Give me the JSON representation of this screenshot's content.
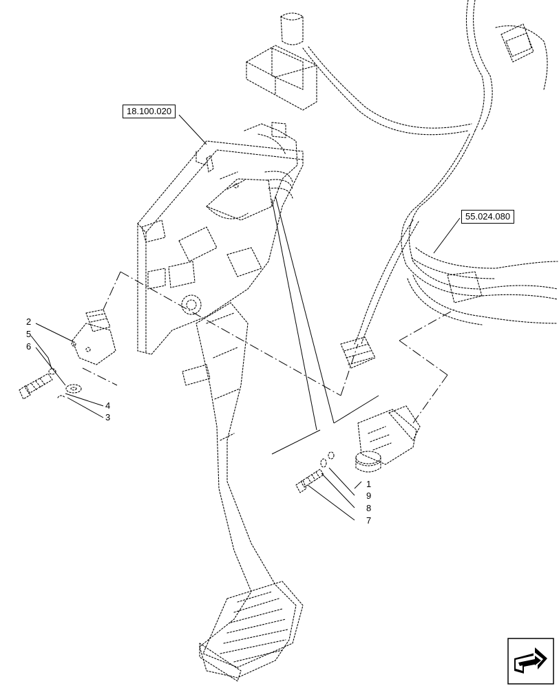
{
  "references": {
    "ref_pedal": "18.100.020",
    "ref_harness": "55.024.080"
  },
  "callouts": {
    "c1": "1",
    "c2": "2",
    "c3": "3",
    "c4": "4",
    "c5": "5",
    "c6": "6",
    "c7": "7",
    "c8": "8",
    "c9": "9"
  },
  "colors": {
    "line": "#000000",
    "background": "#ffffff"
  },
  "icons": {
    "nav": "next-page-arrow-icon"
  }
}
